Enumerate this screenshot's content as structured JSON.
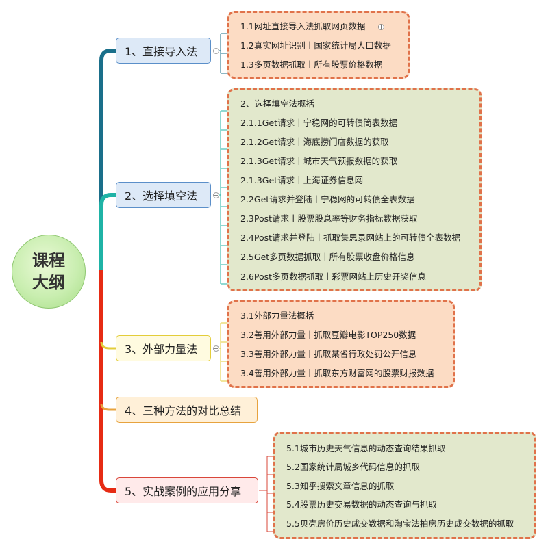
{
  "root": {
    "line1": "课程",
    "line2": "大纲"
  },
  "branches": [
    {
      "label": "1、直接导入法",
      "leaves": [
        "1.1网址直接导入法抓取网页数据",
        "1.2真实网址识别丨国家统计局人口数据",
        "1.3多页数据抓取丨所有股票价格数据"
      ]
    },
    {
      "label": "2、选择填空法",
      "leaves": [
        "2、选择填空法概括",
        "2.1.1Get请求丨宁稳网的可转债简表数据",
        "2.1.2Get请求丨海底捞门店数据的获取",
        "2.1.3Get请求丨城市天气预报数据的获取",
        "2.1.3Get请求丨上海证券信息网",
        "2.2Get请求并登陆丨宁稳网的可转债全表数据",
        "2.3Post请求丨股票股息率等财务指标数据获取",
        "2.4Post请求并登陆丨抓取集思录网站上的可转债全表数据",
        "2.5Get多页数据抓取丨所有股票收盘价格信息",
        "2.6Post多页数据抓取丨彩票网站上历史开奖信息"
      ]
    },
    {
      "label": "3、外部力量法",
      "leaves": [
        "3.1外部力量法概括",
        "3.2善用外部力量丨抓取豆瓣电影TOP250数据",
        "3.3善用外部力量丨抓取某省行政处罚公开信息",
        "3.4善用外部力量丨抓取东方财富网的股票财报数据"
      ]
    },
    {
      "label": "4、三种方法的对比总结",
      "leaves": []
    },
    {
      "label": "5、实战案例的应用分享",
      "leaves": [
        "5.1城市历史天气信息的动态查询结果抓取",
        "5.2国家统计局城乡代码信息的抓取",
        "5.3知乎搜索文章信息的抓取",
        "5.4股票历史交易数据的动态查询与抓取",
        "5.5贝壳房价历史成交数据和淘宝法拍房历史成交数据的抓取"
      ]
    }
  ],
  "colors": {
    "branch1_line": "#1a6f8a",
    "branch2_line": "#1fb3a6",
    "branch3_line": "#e3cd3a",
    "branch4_line": "#e7a33e",
    "branch5_line": "#e62b14",
    "group_border": "#e0724a"
  }
}
